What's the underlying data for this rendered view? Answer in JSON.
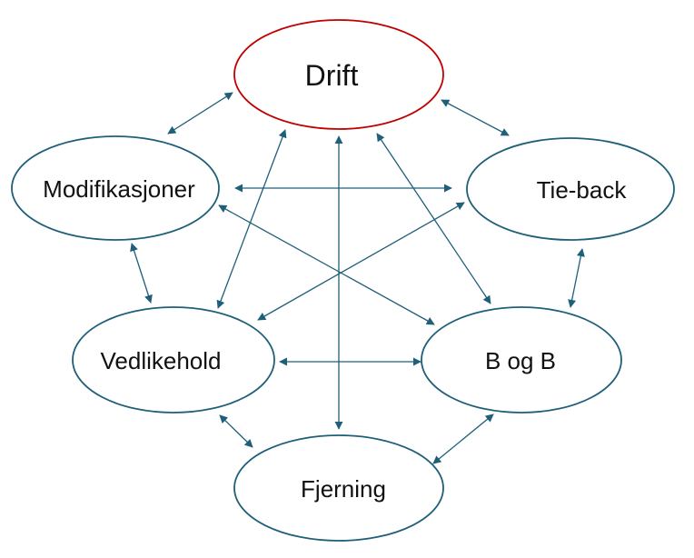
{
  "colors": {
    "node_stroke": "#1f5f7a",
    "highlight_stroke": "#c00000",
    "edge": "#1f5f7a",
    "text": "#111111",
    "background": "#ffffff"
  },
  "nodes": [
    {
      "id": "drift",
      "label": "Drift",
      "highlight": true
    },
    {
      "id": "modifikasjoner",
      "label": "Modifikasjoner",
      "highlight": false
    },
    {
      "id": "tie-back",
      "label": "Tie-back",
      "highlight": false
    },
    {
      "id": "vedlikehold",
      "label": "Vedlikehold",
      "highlight": false
    },
    {
      "id": "b-og-b",
      "label": "B og B",
      "highlight": false
    },
    {
      "id": "fjerning",
      "label": "Fjerning",
      "highlight": false
    }
  ],
  "edges": [
    {
      "from": "drift",
      "to": "modifikasjoner",
      "direction": "both"
    },
    {
      "from": "drift",
      "to": "tie-back",
      "direction": "both"
    },
    {
      "from": "drift",
      "to": "vedlikehold",
      "direction": "both"
    },
    {
      "from": "drift",
      "to": "fjerning",
      "direction": "both"
    },
    {
      "from": "drift",
      "to": "b-og-b",
      "direction": "both"
    },
    {
      "from": "modifikasjoner",
      "to": "tie-back",
      "direction": "both"
    },
    {
      "from": "modifikasjoner",
      "to": "b-og-b",
      "direction": "both"
    },
    {
      "from": "tie-back",
      "to": "vedlikehold",
      "direction": "both"
    },
    {
      "from": "modifikasjoner",
      "to": "vedlikehold",
      "direction": "both"
    },
    {
      "from": "tie-back",
      "to": "b-og-b",
      "direction": "both"
    },
    {
      "from": "vedlikehold",
      "to": "b-og-b",
      "direction": "both"
    },
    {
      "from": "vedlikehold",
      "to": "fjerning",
      "direction": "both"
    },
    {
      "from": "b-og-b",
      "to": "fjerning",
      "direction": "both"
    }
  ]
}
